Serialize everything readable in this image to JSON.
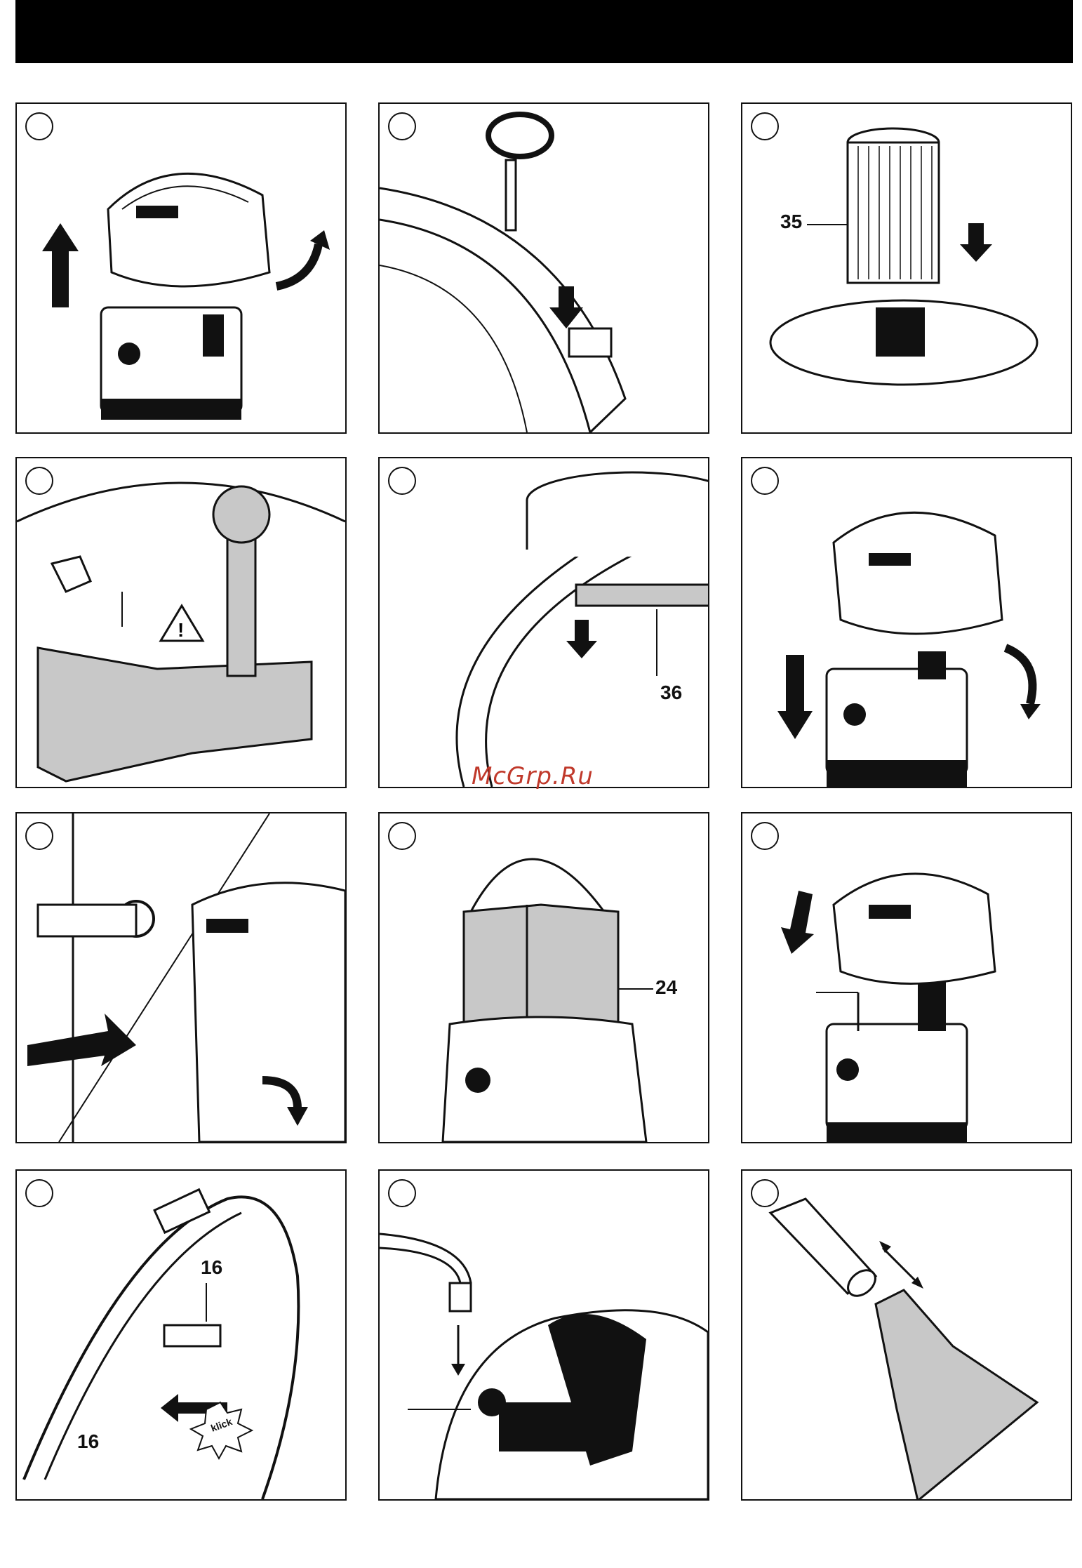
{
  "watermark": "McGrp.Ru",
  "panels": {
    "p3": {
      "label": "35"
    },
    "p5": {
      "label": "36"
    },
    "p8": {
      "label": "24"
    },
    "p10": {
      "label_top": "16",
      "label_bottom": "16",
      "badge": "klick"
    }
  },
  "icons": {
    "up_arrow": "up-arrow-icon",
    "down_arrow": "down-arrow-icon",
    "curved_arrow": "curved-arrow-icon",
    "warning": "warning-triangle-icon",
    "double_arrow": "double-arrow-icon"
  },
  "colors": {
    "ink": "#111111",
    "fill_gray": "#c8c8c8",
    "light_gray": "#e6e6e6",
    "watermark": "#c0392b"
  }
}
